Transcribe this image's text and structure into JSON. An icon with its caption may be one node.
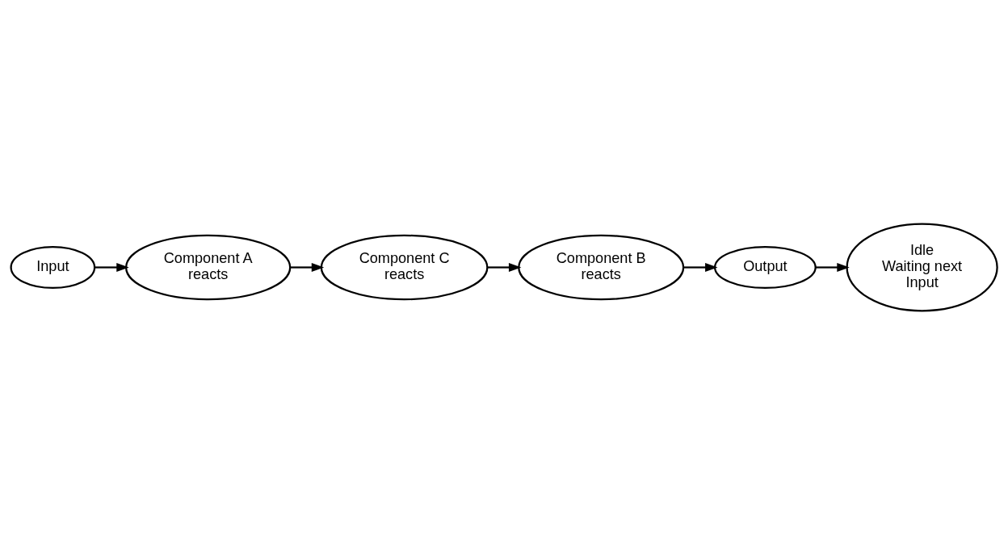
{
  "diagram": {
    "nodes": [
      {
        "text": [
          "Input"
        ]
      },
      {
        "text": [
          "Component A reacts"
        ]
      },
      {
        "text": [
          "Component C reacts"
        ]
      },
      {
        "text": [
          "Component B reacts"
        ]
      },
      {
        "text": [
          "Output"
        ]
      },
      {
        "text": [
          "Idle",
          "Waiting next Input"
        ]
      }
    ],
    "edges": [
      {
        "from": 0,
        "to": 1,
        "arrow": "to"
      },
      {
        "from": 1,
        "to": 2,
        "arrow": "to"
      },
      {
        "from": 2,
        "to": 3,
        "arrow": "to"
      },
      {
        "from": 3,
        "to": 4,
        "arrow": "to"
      },
      {
        "from": 4,
        "to": 5,
        "arrow": "to"
      }
    ]
  }
}
